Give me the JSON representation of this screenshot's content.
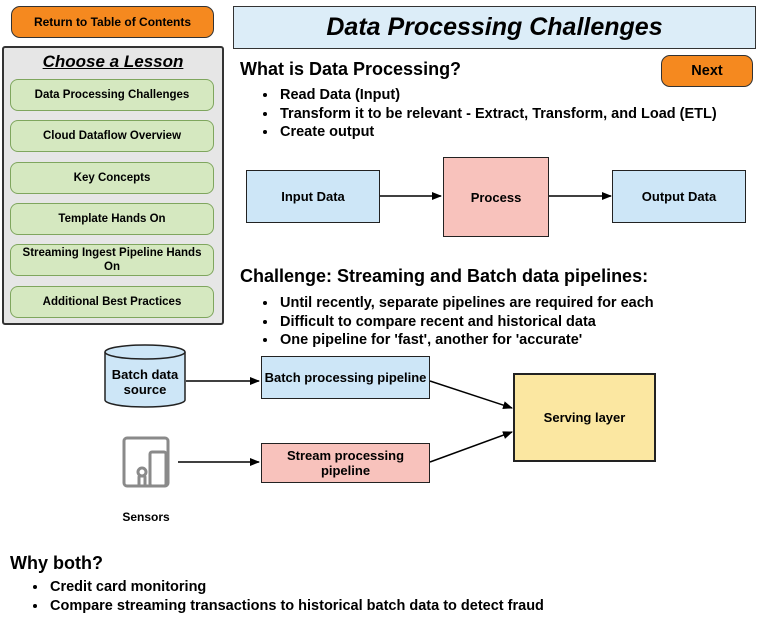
{
  "nav": {
    "return_label": "Return to Table of Contents",
    "next_label": "Next"
  },
  "page_title": "Data Processing Challenges",
  "lessons": {
    "heading": "Choose a Lesson",
    "items": [
      "Data Processing Challenges",
      "Cloud Dataflow Overview",
      "Key Concepts",
      "Template Hands On",
      "Streaming Ingest Pipeline Hands On",
      "Additional Best Practices"
    ]
  },
  "section1": {
    "heading": "What is Data Processing?",
    "bullets": [
      "Read Data (Input)",
      "Transform it to be relevant - Extract, Transform, and Load (ETL)",
      "Create output"
    ],
    "flow": {
      "input": "Input Data",
      "process": "Process",
      "output": "Output Data"
    }
  },
  "section2": {
    "heading": "Challenge: Streaming and Batch data pipelines:",
    "bullets": [
      "Until recently, separate pipelines are required for each",
      "Difficult to compare recent and historical data",
      "One pipeline for 'fast', another for 'accurate'"
    ],
    "diagram": {
      "batch_source": "Batch data source",
      "batch_pipeline": "Batch processing pipeline",
      "stream_pipeline": "Stream processing pipeline",
      "serving": "Serving layer",
      "sensors": "Sensors"
    }
  },
  "section3": {
    "heading": "Why both?",
    "bullets": [
      "Credit card monitoring",
      "Compare streaming transactions to historical batch data to detect fraud"
    ]
  },
  "colors": {
    "orange": "#f5891f",
    "title_bg": "#dcedf8",
    "lesson_bg": "#d5e8c0",
    "blue": "#cde6f7",
    "pink": "#f8c2bc",
    "yellow": "#fbe7a1"
  }
}
